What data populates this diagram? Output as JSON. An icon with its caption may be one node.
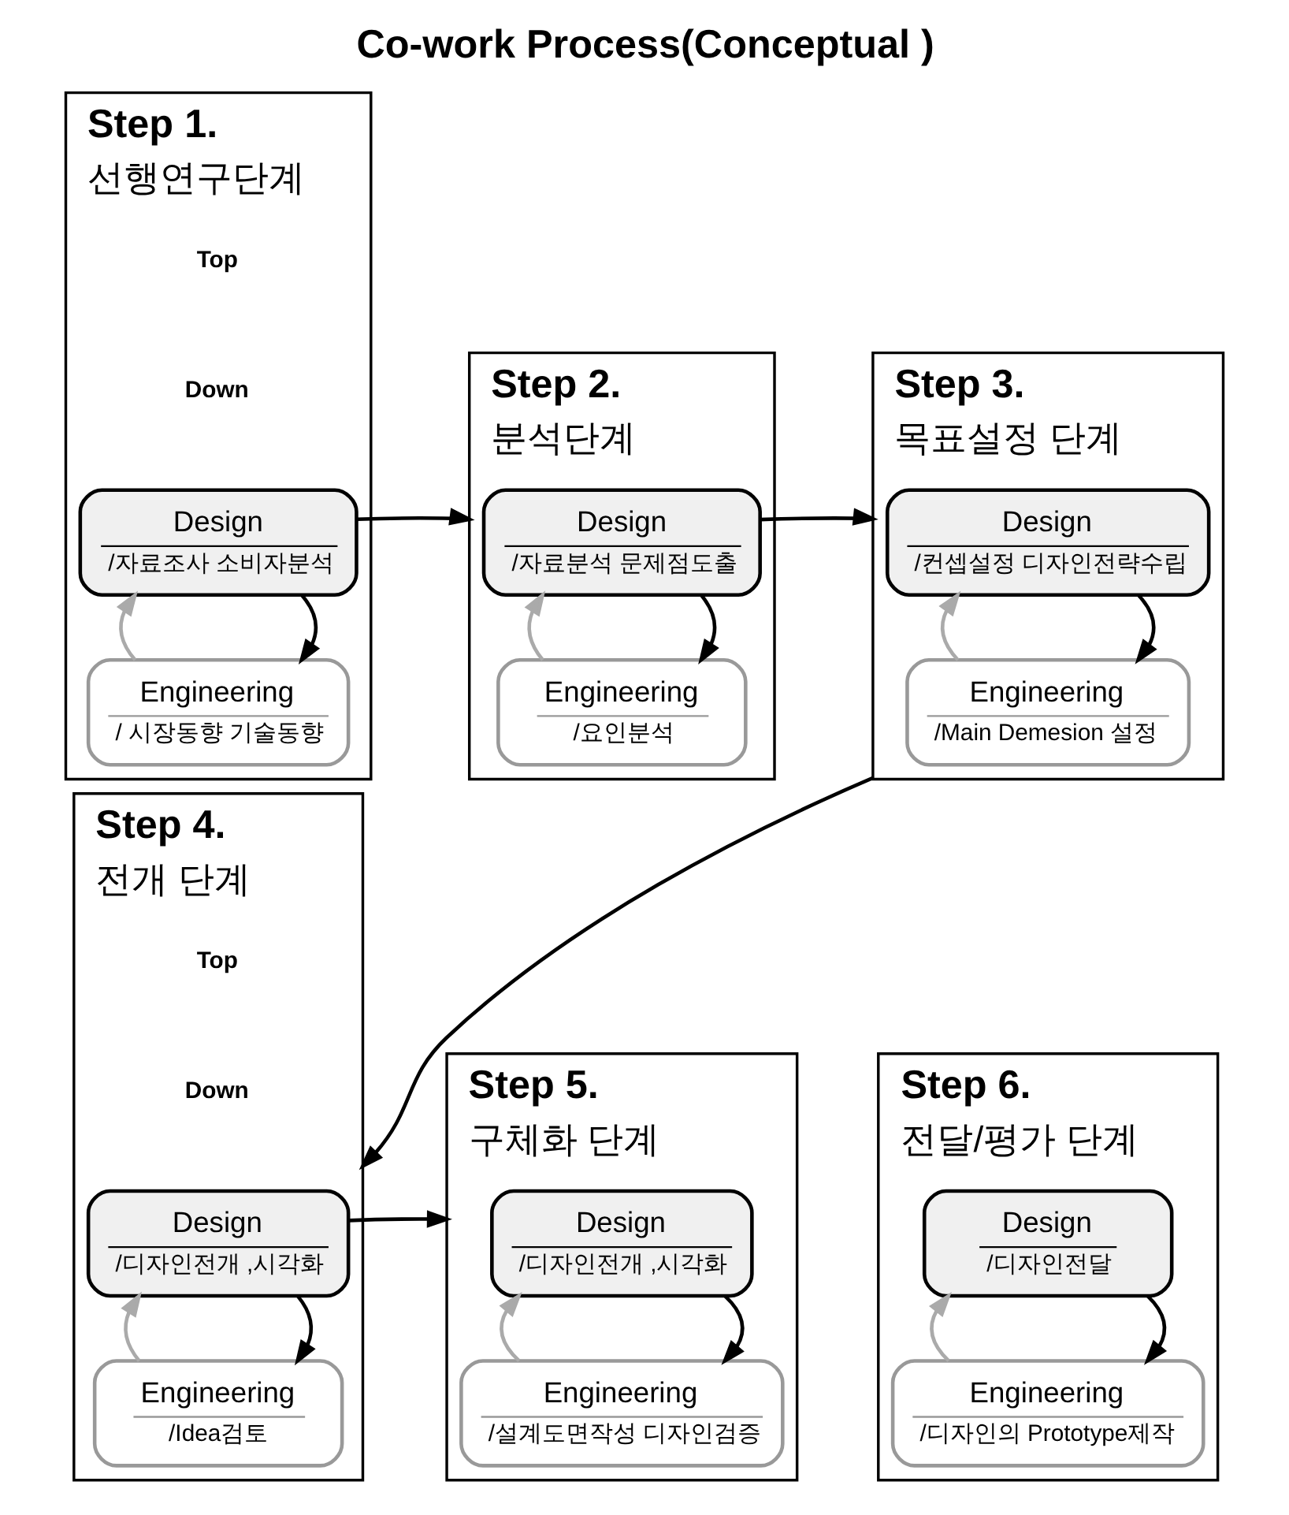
{
  "diagram": {
    "title": "Co-work Process(Conceptual )",
    "nodes": [
      {
        "text": [
          "Step 1.",
          "선행연구단계"
        ]
      },
      {
        "text": [
          "Design",
          "/자료조사 소비자분석"
        ],
        "in": 0
      },
      {
        "text": [
          "Engineering",
          "/ 시장동향 기술동향"
        ],
        "in": 0
      },
      {
        "text": [
          "Step 2.",
          "분석단계"
        ]
      },
      {
        "text": [
          "Design",
          "/자료분석 문제점도출"
        ],
        "in": 3
      },
      {
        "text": [
          "Engineering",
          "/요인분석"
        ],
        "in": 3
      },
      {
        "text": [
          "Step 3.",
          "목표설정 단계"
        ]
      },
      {
        "text": [
          "Design",
          "/컨셉설정 디자인전략수립"
        ],
        "in": 6
      },
      {
        "text": [
          "Engineering",
          "/Main Demesion 설정"
        ],
        "in": 6
      },
      {
        "text": [
          "Step 4.",
          "전개 단계"
        ]
      },
      {
        "text": [
          "Design",
          "/디자인전개 ,시각화"
        ],
        "in": 9
      },
      {
        "text": [
          "Engineering",
          "/Idea검토"
        ],
        "in": 9
      },
      {
        "text": [
          "Step 5.",
          "구체화 단계"
        ]
      },
      {
        "text": [
          "Design",
          "/디자인전개 ,시각화"
        ],
        "in": 12
      },
      {
        "text": [
          "Engineering",
          "/설계도면작성 디자인검증"
        ],
        "in": 12
      },
      {
        "text": [
          "Step 6.",
          "전달/평가 단계"
        ]
      },
      {
        "text": [
          "Design",
          "/디자인전달"
        ],
        "in": 15
      },
      {
        "text": [
          "Engineering",
          "/디자인의 Prototype제작"
        ],
        "in": 15
      }
    ],
    "edges": [
      {
        "from": 1,
        "to": 2,
        "arrow": "to"
      },
      {
        "from": 2,
        "to": 1,
        "arrow": "to",
        "color": "#aaaaaa"
      },
      {
        "from": 1,
        "to": 3,
        "arrow": "to"
      },
      {
        "from": 4,
        "to": 5,
        "arrow": "to"
      },
      {
        "from": 5,
        "to": 4,
        "arrow": "to",
        "color": "#aaaaaa"
      },
      {
        "from": 4,
        "to": 6,
        "arrow": "to"
      },
      {
        "from": 7,
        "to": 8,
        "arrow": "to"
      },
      {
        "from": 8,
        "to": 7,
        "arrow": "to",
        "color": "#aaaaaa"
      },
      {
        "from": 6,
        "to": 9,
        "arrow": "to"
      },
      {
        "from": 10,
        "to": 11,
        "arrow": "to"
      },
      {
        "from": 11,
        "to": 10,
        "arrow": "to",
        "color": "#aaaaaa"
      },
      {
        "from": 10,
        "to": 12,
        "arrow": "to"
      },
      {
        "from": 13,
        "to": 14,
        "arrow": "to"
      },
      {
        "from": 14,
        "to": 13,
        "arrow": "to",
        "color": "#aaaaaa"
      },
      {
        "from": 16,
        "to": 17,
        "arrow": "to"
      },
      {
        "from": 17,
        "to": 16,
        "arrow": "to",
        "color": "#aaaaaa"
      }
    ],
    "labels": [
      "Top",
      "Down",
      "Top",
      "Down"
    ]
  }
}
